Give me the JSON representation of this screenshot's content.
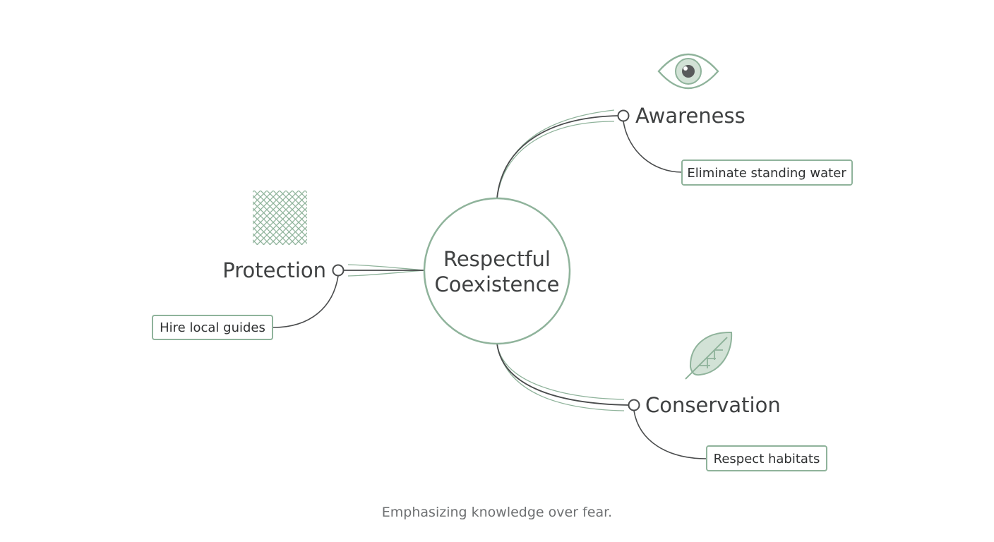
{
  "center": {
    "line1": "Respectful",
    "line2": "Coexistence"
  },
  "branches": {
    "awareness": {
      "label": "Awareness",
      "leaf": "Eliminate standing water",
      "icon": "eye-icon"
    },
    "protection": {
      "label": "Protection",
      "leaf": "Hire local guides",
      "icon": "mesh-net-icon"
    },
    "conservation": {
      "label": "Conservation",
      "leaf": "Respect habitats",
      "icon": "leaf-icon"
    }
  },
  "caption": "Emphasizing knowledge over fear.",
  "colors": {
    "accent": "#8fb39b",
    "accent_fill": "#d2e2d6",
    "ink": "#3f4142",
    "connector": "#4a4c4d"
  }
}
